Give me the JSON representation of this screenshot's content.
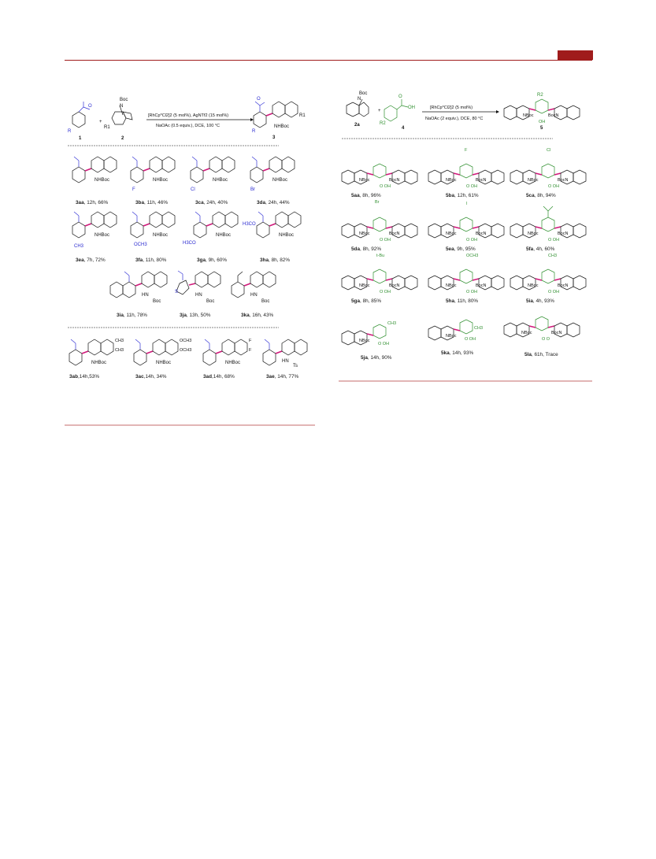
{
  "left_scheme": {
    "reactant1_label": "1",
    "reactant2_label": "2",
    "product_label": "3",
    "plus": "+",
    "r_label": "R",
    "r1_label": "R1",
    "boc": "Boc",
    "n": "N",
    "nhboc": "NHBoc",
    "conditions_top": "[RhCp*Cl2]2 (5 mol%), AgNTf2 (15 mol%)",
    "conditions_bottom": "NaOAc (0.5 equiv.), DCE, 100 °C",
    "row1": [
      {
        "id": "3aa",
        "info": ", 12h, 66%",
        "sub": ""
      },
      {
        "id": "3ba",
        "info": ", 11h, 46%",
        "sub": "F"
      },
      {
        "id": "3ca",
        "info": ", 24h, 40%",
        "sub": "Cl"
      },
      {
        "id": "3da",
        "info": ", 24h, 44%",
        "sub": "Br"
      }
    ],
    "row2": [
      {
        "id": "3ea",
        "info": ", 7h, 72%",
        "sub": "CH3"
      },
      {
        "id": "3fa",
        "info": ", 11h, 80%",
        "sub": "OCH3"
      },
      {
        "id": "3ga",
        "info": ", 9h, 60%",
        "sub": "H3CO"
      },
      {
        "id": "3ha",
        "info": ", 8h, 82%",
        "sub": "H3CO"
      }
    ],
    "row3": [
      {
        "id": "3ia",
        "info": ", 11h, 78%",
        "sub": "HN",
        "sub2": "Boc"
      },
      {
        "id": "3ja",
        "info": ", 13h, 50%",
        "sub": "HN",
        "sub2": "Boc",
        "het": "S"
      },
      {
        "id": "3ka",
        "info": ", 16h, 43%",
        "sub": "HN",
        "sub2": "Boc"
      }
    ],
    "row4": [
      {
        "id": "3ab",
        "info": ",14h,53%",
        "s1": "CH3",
        "s2": "CH3"
      },
      {
        "id": "3ac",
        "info": ",14h, 34%",
        "s1": "OCH3",
        "s2": "OCH3"
      },
      {
        "id": "3ad",
        "info": ",14h, 68%",
        "s1": "F",
        "s2": "F"
      },
      {
        "id": "3ae",
        "info": ", 14h, 77%",
        "s1": "HN",
        "s2": "Ts"
      }
    ]
  },
  "right_scheme": {
    "reactant1_label": "2a",
    "reactant2_label": "4",
    "product_label": "5",
    "plus": "+",
    "r2_label": "R2",
    "oh": "OH",
    "o": "O",
    "boc": "Boc",
    "n": "N",
    "nboc": "NBoc",
    "bocn": "BocN",
    "conditions_top": "[RhCp*Cl2]2 (5 mol%)",
    "conditions_bottom": "NaOAc (2 equiv.), DCE, 80 °C",
    "row1": [
      {
        "id": "5aa",
        "info": ", 8h, 96%",
        "sub": ""
      },
      {
        "id": "5ba",
        "info": ", 12h, 61%",
        "sub": "F"
      },
      {
        "id": "5ca",
        "info": ", 8h, 94%",
        "sub": "Cl"
      }
    ],
    "row2": [
      {
        "id": "5da",
        "info": ", 8h, 92%",
        "sub": "Br"
      },
      {
        "id": "5ea",
        "info": ", 9h, 95%",
        "sub": "I"
      },
      {
        "id": "5fa",
        "info": ", 4h, 60%",
        "sub": ""
      }
    ],
    "row3": [
      {
        "id": "5ga",
        "info": ", 8h, 85%",
        "sub": "t-Bu"
      },
      {
        "id": "5ha",
        "info": ", 11h, 80%",
        "sub": "OCH3"
      },
      {
        "id": "5ia",
        "info": ", 4h, 93%",
        "sub": "CH3"
      }
    ],
    "row4": [
      {
        "id": "5ja",
        "info": ", 14h, 90%",
        "sub": "CH3"
      },
      {
        "id": "5ka",
        "info": ", 14h, 93%",
        "sub": "CH3"
      },
      {
        "id": "5la",
        "info": ", 61h, Trace",
        "sub": ""
      }
    ]
  }
}
